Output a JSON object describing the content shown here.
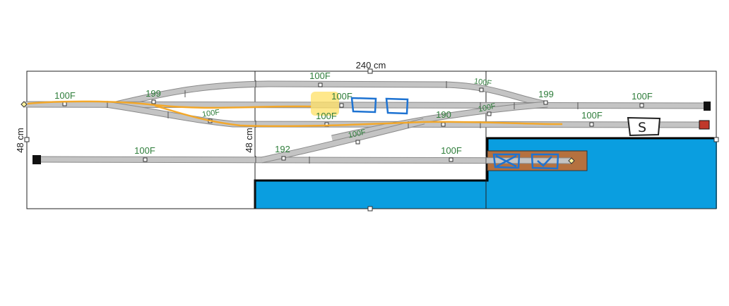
{
  "dimensions": {
    "width_label": "240 cm",
    "height_label_left": "48 cm",
    "height_label_mid": "48 cm"
  },
  "track_labels": {
    "t1": "100F",
    "t2": "199",
    "t3": "100F",
    "t4": "100F",
    "t5": "100F",
    "t6": "100F",
    "t7": "100F",
    "t8": "190",
    "t9": "100F",
    "t10": "100F",
    "t11": "199",
    "t12": "100F",
    "t13": "100F",
    "t14": "192",
    "t15": "100F",
    "t16": "100F"
  },
  "annotations": {
    "s_box_letter": "S"
  },
  "colors": {
    "track": "#bdbdbd",
    "track_edge": "#8a8a8a",
    "water": "#0a9ee0",
    "platform": "#b5713f",
    "route_yellow": "#f5a623",
    "marker_blue": "#1e73d2",
    "label_green": "#2e7d3a",
    "highlight": "#ffe066"
  }
}
